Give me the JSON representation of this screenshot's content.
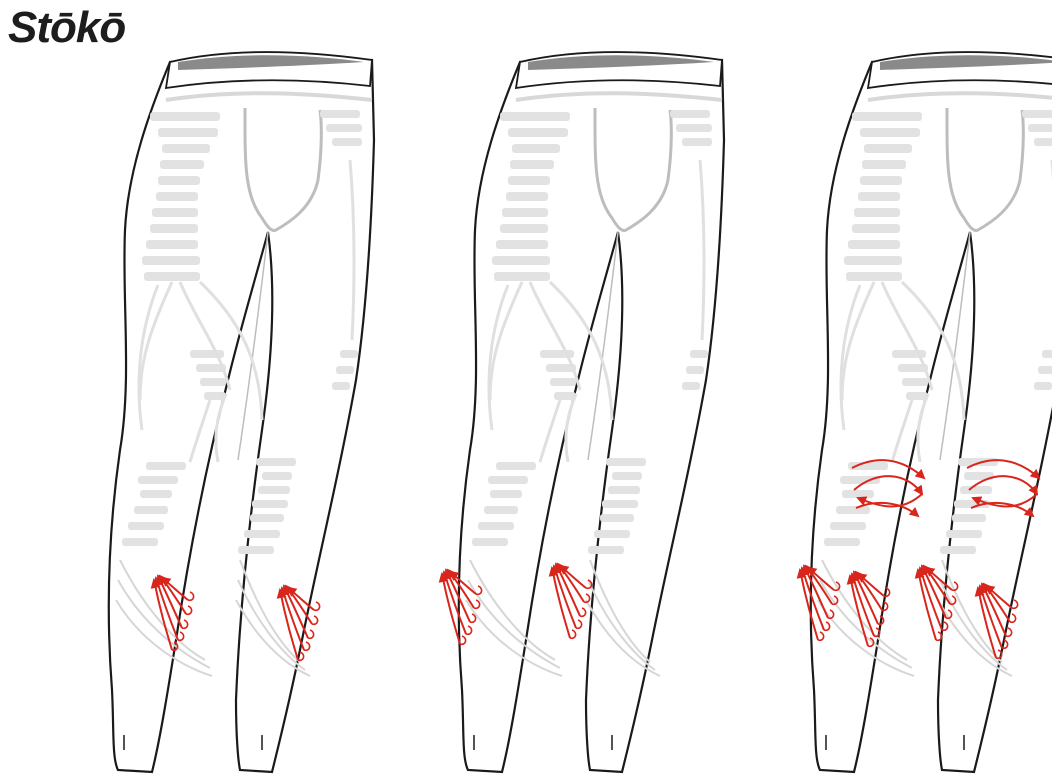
{
  "brand": {
    "logo_text": "Stōkō"
  },
  "colors": {
    "outline": "#1a1a1a",
    "waistband_inner": "#8a8a8a",
    "support_bands": "#dcdcdc",
    "stitch_lines": "#bdbdbd",
    "arrows": "#d9261c"
  },
  "figures": [
    {
      "name": "tights-figure-1",
      "arrow_groups": [
        "calf-left",
        "calf-right"
      ]
    },
    {
      "name": "tights-figure-2",
      "arrow_groups": [
        "calf-left-inner",
        "calf-right-outer"
      ]
    },
    {
      "name": "tights-figure-3",
      "arrow_groups": [
        "knee-left",
        "knee-right",
        "calf-left",
        "calf-right"
      ]
    }
  ]
}
